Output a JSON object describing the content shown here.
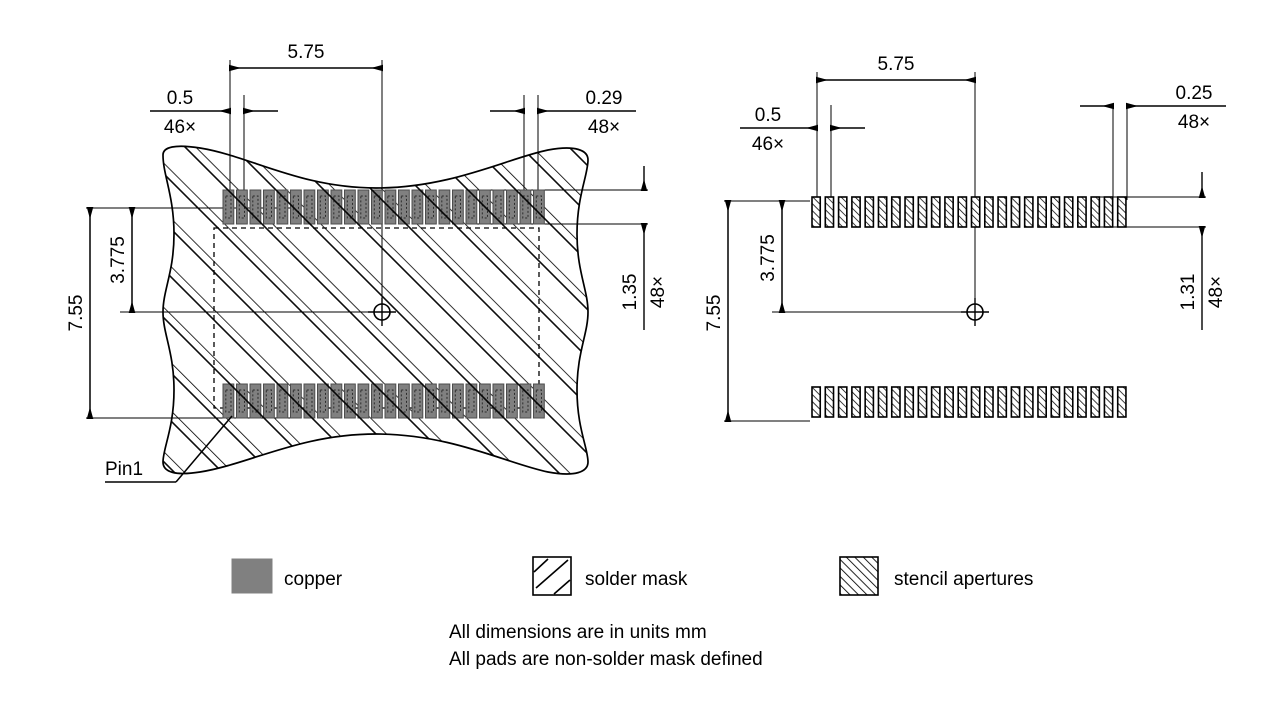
{
  "drawing": {
    "title_domain": "pcb-land-pattern-drawing",
    "units_note": "All dimensions are in units mm",
    "mask_note": "All pads are non-solder mask defined"
  },
  "colors": {
    "line": "#000000",
    "copper": "#808080",
    "copper_edge": "#4d4d4d",
    "background": "#ffffff",
    "thin_line": "#4a4a4a"
  },
  "left_view": {
    "name": "copper-and-solder-mask-view",
    "pin1_label": "Pin1",
    "pads_per_row": 24,
    "rows": 2,
    "dimensions": {
      "pitch": {
        "value": "0.5",
        "count": "46×"
      },
      "span_horizontal": {
        "value": "5.75"
      },
      "pad_width": {
        "value": "0.29",
        "count": "48×"
      },
      "overall_vertical": {
        "value": "7.55"
      },
      "inner_vertical": {
        "value": "3.775"
      },
      "pad_length": {
        "value": "1.35",
        "count": "48×"
      }
    }
  },
  "right_view": {
    "name": "stencil-aperture-view",
    "pads_per_row": 24,
    "rows": 2,
    "dimensions": {
      "pitch": {
        "value": "0.5",
        "count": "46×"
      },
      "span_horizontal": {
        "value": "5.75"
      },
      "aperture_width": {
        "value": "0.25",
        "count": "48×"
      },
      "overall_vertical": {
        "value": "7.55"
      },
      "inner_vertical": {
        "value": "3.775"
      },
      "aperture_length": {
        "value": "1.31",
        "count": "48×"
      }
    }
  },
  "legend": {
    "items": [
      {
        "key": "copper",
        "label": "copper",
        "swatch": "solid-gray"
      },
      {
        "key": "solder_mask",
        "label": "solder mask",
        "swatch": "sparse-diagonal-hatch"
      },
      {
        "key": "stencil_apertures",
        "label": "stencil apertures",
        "swatch": "dense-diagonal-hatch"
      }
    ]
  },
  "notes": [
    "All dimensions are in units mm",
    "All pads are non-solder mask defined"
  ]
}
